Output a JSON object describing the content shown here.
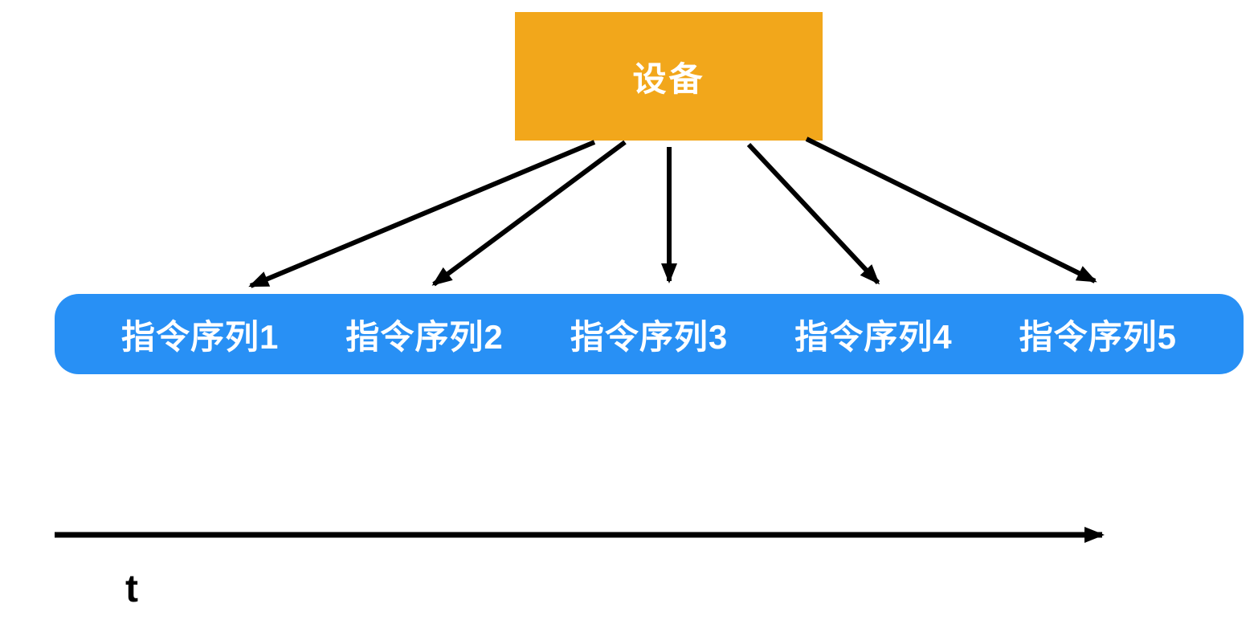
{
  "diagram": {
    "title_hint": "device-to-instruction-sequences timing diagram",
    "device": {
      "label": "设备",
      "bg_color": "#F2A71B",
      "text_color": "#FFFFFF"
    },
    "sequence_bar": {
      "bg_color": "#2890F5",
      "text_color": "#FFFFFF",
      "items": [
        "指令序列1",
        "指令序列2",
        "指令序列3",
        "指令序列4",
        "指令序列5"
      ]
    },
    "arrows": {
      "color": "#000000",
      "count": 5,
      "description": "fan out from device box bottom to each instruction sequence"
    },
    "timeline": {
      "label": "t",
      "color": "#000000"
    }
  }
}
